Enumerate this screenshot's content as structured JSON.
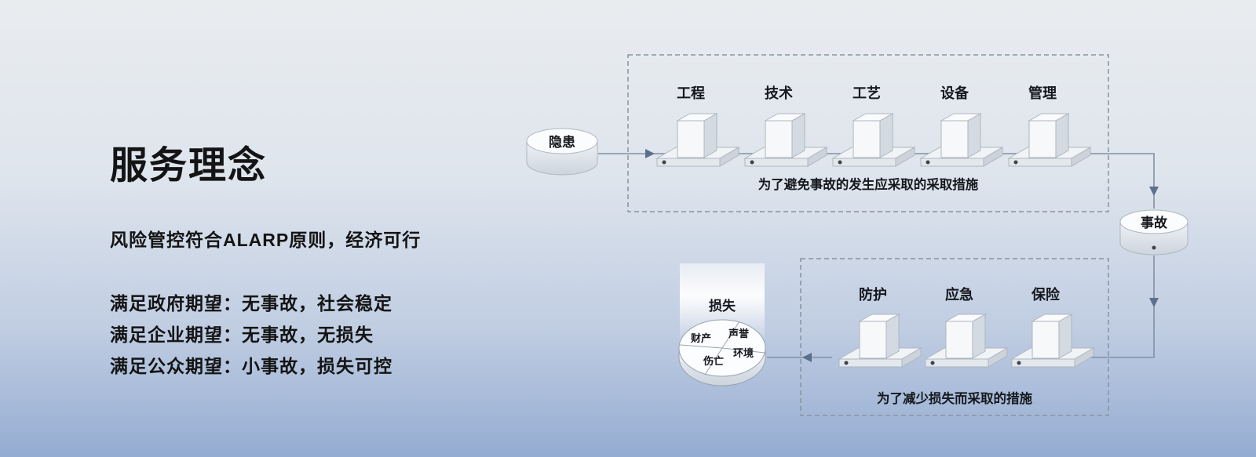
{
  "colors": {
    "highlight": "#00a651",
    "text": "#15181c"
  },
  "left_panel": {
    "title": "服务理念",
    "subtitle": "风险管控符合ALARP原则，经济可行",
    "expectations": [
      "满足政府期望：无事故，社会稳定",
      "满足企业期望：无事故，无损失",
      "满足公众期望：小事故，损失可控"
    ]
  },
  "flow": {
    "hazard": "隐患",
    "accident": "事故",
    "loss": "损失",
    "loss_segments": [
      "财产",
      "声誉",
      "伤亡",
      "环境"
    ],
    "prevention": {
      "barriers": [
        "工程",
        "技术",
        "工艺",
        "设备",
        "管理"
      ],
      "caption": "为了避免事故的发生应采取的采取措施"
    },
    "mitigation": {
      "barriers": [
        "防护",
        "应急",
        "保险"
      ],
      "caption": "为了减少损失而采取的措施"
    }
  }
}
